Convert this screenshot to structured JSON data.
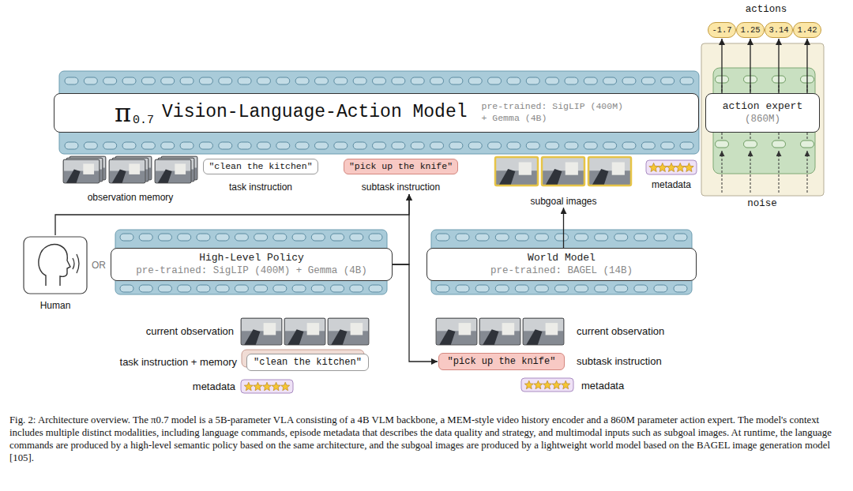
{
  "diagram": {
    "caption": "Fig. 2: Architecture overview. The π0.7 model is a 5B-parameter VLA consisting of a 4B VLM backbone, a MEM-style video history encoder and a 860M parameter action expert. The model's context includes multiple distinct modalities, including language commands, episode metadata that describes the data quality and strategy, and multimodal inputs such as subgoal images. At runtime, the language commands are produced by a high-level semantic policy based on the same architecture, and the subgoal images are produced by a lightweight world model based on the BAGEL image generation model [105].",
    "nodes": [
      {
        "text": [
          "-1.7"
        ]
      },
      {
        "text": [
          "1.25"
        ]
      },
      {
        "text": [
          "3.14"
        ]
      },
      {
        "text": [
          "1.42"
        ]
      },
      {
        "text": [
          "π",
          "0.7",
          "Vision-Language-Action Model",
          "pre-trained: SigLIP (400M) + Gemma (4B)"
        ]
      },
      {
        "text": [
          "action expert",
          "(860M)"
        ]
      },
      {
        "text": [
          "\"clean the kitchen\"",
          "task instruction"
        ]
      },
      {
        "text": [
          "\"pick up the knife\"",
          "subtask instruction"
        ]
      },
      {
        "text": [
          "subgoal images"
        ]
      },
      {
        "text": [
          "Human"
        ]
      },
      {
        "text": [
          "High-Level Policy",
          "pre-trained: SigLIP (400M) + Gemma (4B)"
        ]
      },
      {
        "text": [
          "World Model",
          "pre-trained: BAGEL (14B)"
        ]
      },
      {
        "text": [
          "\"clean the kitchen\""
        ]
      },
      {
        "text": [
          "\"pick up the knife\""
        ]
      }
    ],
    "edges": [
      {
        "from": 5,
        "to": 0,
        "arrow": "to"
      },
      {
        "from": 5,
        "to": 1,
        "arrow": "to"
      },
      {
        "from": 5,
        "to": 2,
        "arrow": "to"
      },
      {
        "from": 5,
        "to": 3,
        "arrow": "to"
      },
      {
        "from": 9,
        "to": 7,
        "arrow": "to"
      },
      {
        "from": 10,
        "to": 7,
        "arrow": "to"
      },
      {
        "from": 10,
        "to": 13,
        "arrow": "to"
      },
      {
        "from": 11,
        "to": 8,
        "arrow": "to"
      }
    ],
    "labels": [
      "actions",
      "noise",
      "observation memory",
      "metadata",
      "OR",
      "current observation",
      "task instruction + memory",
      "metadata",
      "current observation",
      "subtask instruction",
      "metadata"
    ]
  }
}
